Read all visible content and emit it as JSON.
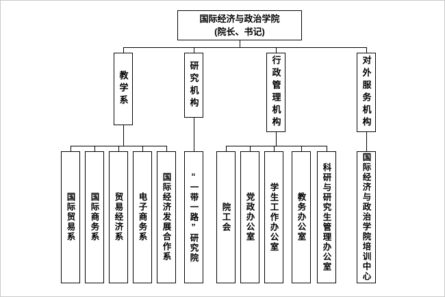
{
  "root": {
    "line1": "国际经济与政治学院",
    "line2": "(院长、书记)"
  },
  "branches": [
    {
      "label": "教学系",
      "children": [
        "国际贸易系",
        "国际商务系",
        "贸易经济系",
        "电子商务系",
        "国际经济发展合作系"
      ]
    },
    {
      "label": "研究机构",
      "children": [
        "“一带一路”研究院"
      ]
    },
    {
      "label": "行政管理机构",
      "children": [
        "院工会",
        "党政办公室",
        "学生工作办公室",
        "教务办公室",
        "科研与研究生管理办公室"
      ]
    },
    {
      "label": "对外服务机构",
      "children": [
        "国际经济与政治学院培训中心"
      ]
    }
  ]
}
